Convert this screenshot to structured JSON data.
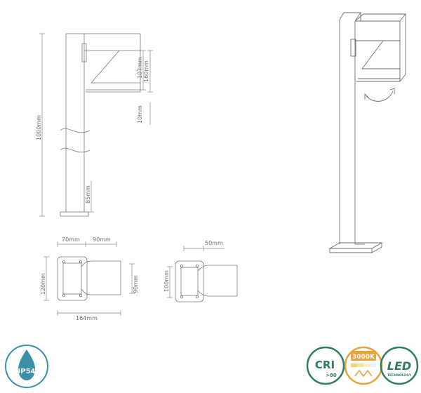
{
  "drawing": {
    "dimensions": {
      "total_height": "1000mm",
      "head_height": "160mm",
      "head_inner": "107mm",
      "gap_below": "10mm",
      "base_height": "85mm",
      "top_left": "70mm",
      "top_right": "90mm",
      "plan_depth": "120mm",
      "plan_head": "90mm",
      "plan_width": "164mm",
      "side_offset": "50mm",
      "side_depth": "100mm"
    }
  },
  "badges": {
    "ip": {
      "label": "IP54",
      "color": "#3b8fa6"
    },
    "cri": {
      "label": "CRI",
      "value": ">80",
      "color": "#2e7d63"
    },
    "cct": {
      "label": "3000K",
      "color": "#e8a33c"
    },
    "led": {
      "label": "LED",
      "sub": "TECHNOLOGY",
      "color": "#2e7d63"
    }
  }
}
